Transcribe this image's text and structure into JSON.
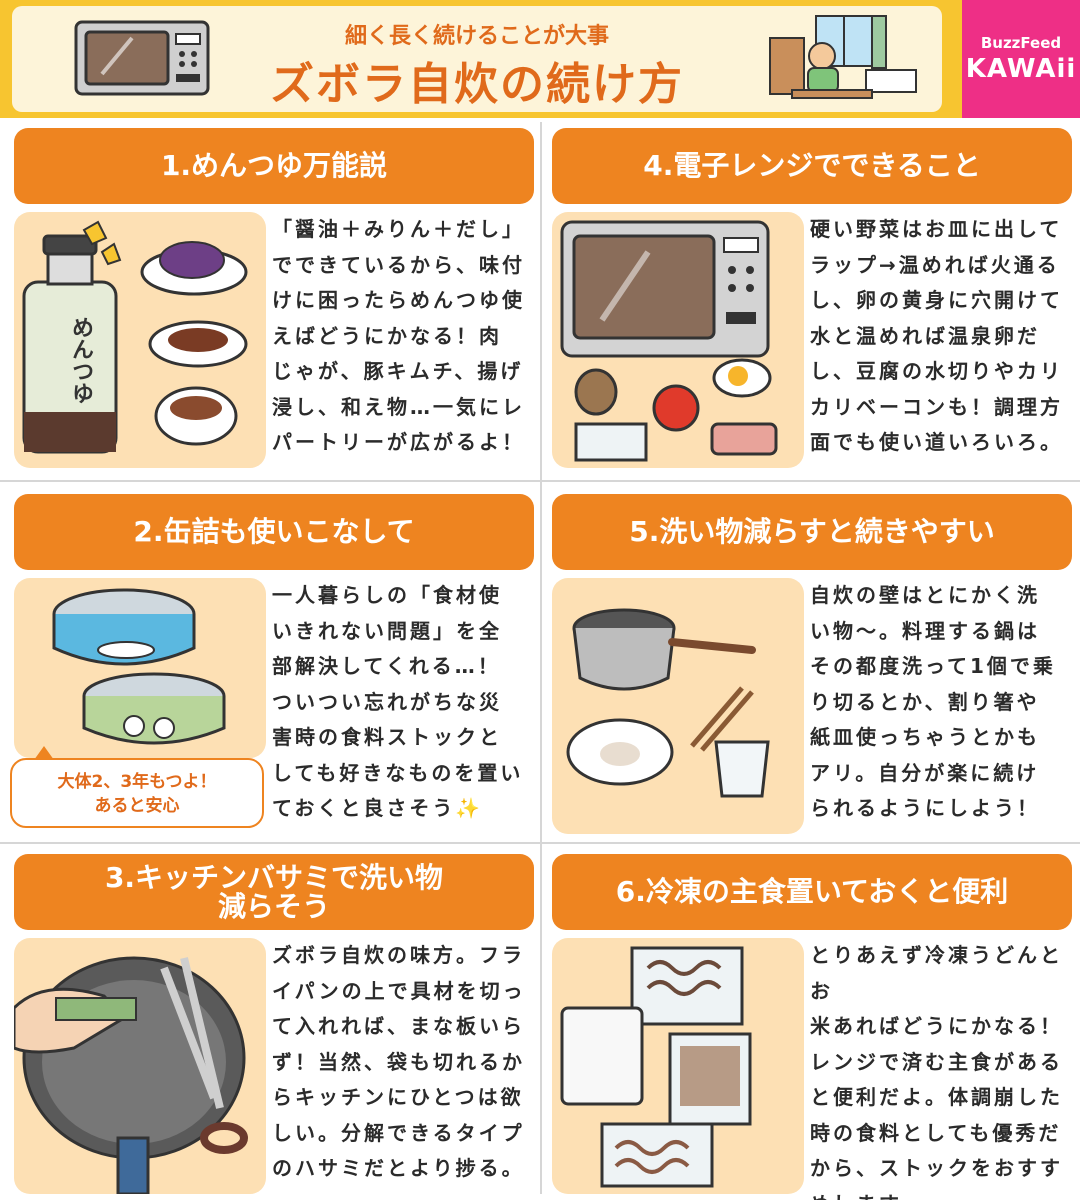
{
  "header": {
    "subtitle": "細く長く続けることが大事",
    "title": "ズボラ自炊の続け方",
    "brand_top": "BuzzFeed",
    "brand_bottom": "KAWAii"
  },
  "sections": [
    {
      "title": "1.めんつゆ万能説",
      "lines": [
        "「醤油＋みりん＋だし」",
        "でできているから、味付",
        "けに困ったらめんつゆ使",
        "えばどうにかなる！肉",
        "じゃが、豚キムチ、揚げ",
        "浸し、和え物…一気にレ",
        "パートリーが広がるよ！"
      ],
      "bottle_label": "めんつゆ"
    },
    {
      "title": "4.電子レンジでできること",
      "lines": [
        "硬い野菜はお皿に出して",
        "ラップ→温めれば火通る",
        "し、卵の黄身に穴開けて",
        "水と温めれば温泉卵だ",
        "し、豆腐の水切りやカリ",
        "カリベーコンも！調理方",
        "面でも使い道いろいろ。"
      ]
    },
    {
      "title": "2.缶詰も使いこなして",
      "lines": [
        "一人暮らしの「食材使",
        "いきれない問題」を全",
        "部解決してくれる…！",
        "ついつい忘れがちな災",
        "害時の食料ストックと",
        "しても好きなものを置い",
        "ておくと良さそう✨"
      ],
      "bubble_line1": "大体2、3年もつよ！",
      "bubble_line2": "あると安心"
    },
    {
      "title": "5.洗い物減らすと続きやすい",
      "lines": [
        "自炊の壁はとにかく洗",
        "い物〜。料理する鍋は",
        "その都度洗って1個で乗",
        "り切るとか、割り箸や",
        "紙皿使っちゃうとかも",
        "アリ。自分が楽に続け",
        "られるようにしよう！"
      ]
    },
    {
      "title_line1": "3.キッチンバサミで洗い物",
      "title_line2": "減らそう",
      "lines": [
        "ズボラ自炊の味方。フラ",
        "イパンの上で具材を切っ",
        "て入れれば、まな板いら",
        "ず！当然、袋も切れるか",
        "らキッチンにひとつは欲",
        "しい。分解できるタイプ",
        "のハサミだとより捗る。"
      ]
    },
    {
      "title": "6.冷凍の主食置いておくと便利",
      "lines": [
        "とりあえず冷凍うどんとお",
        "米あればどうにかなる！",
        "レンジで済む主食がある",
        "と便利だよ。体調崩した",
        "時の食料としても優秀だ",
        "から、ストックをおすす",
        "めします…。"
      ]
    }
  ],
  "colors": {
    "header_bg": "#f7c530",
    "accent_orange": "#ee8420",
    "illus_bg": "#fde0b4",
    "brand_pink": "#ee2f86"
  }
}
